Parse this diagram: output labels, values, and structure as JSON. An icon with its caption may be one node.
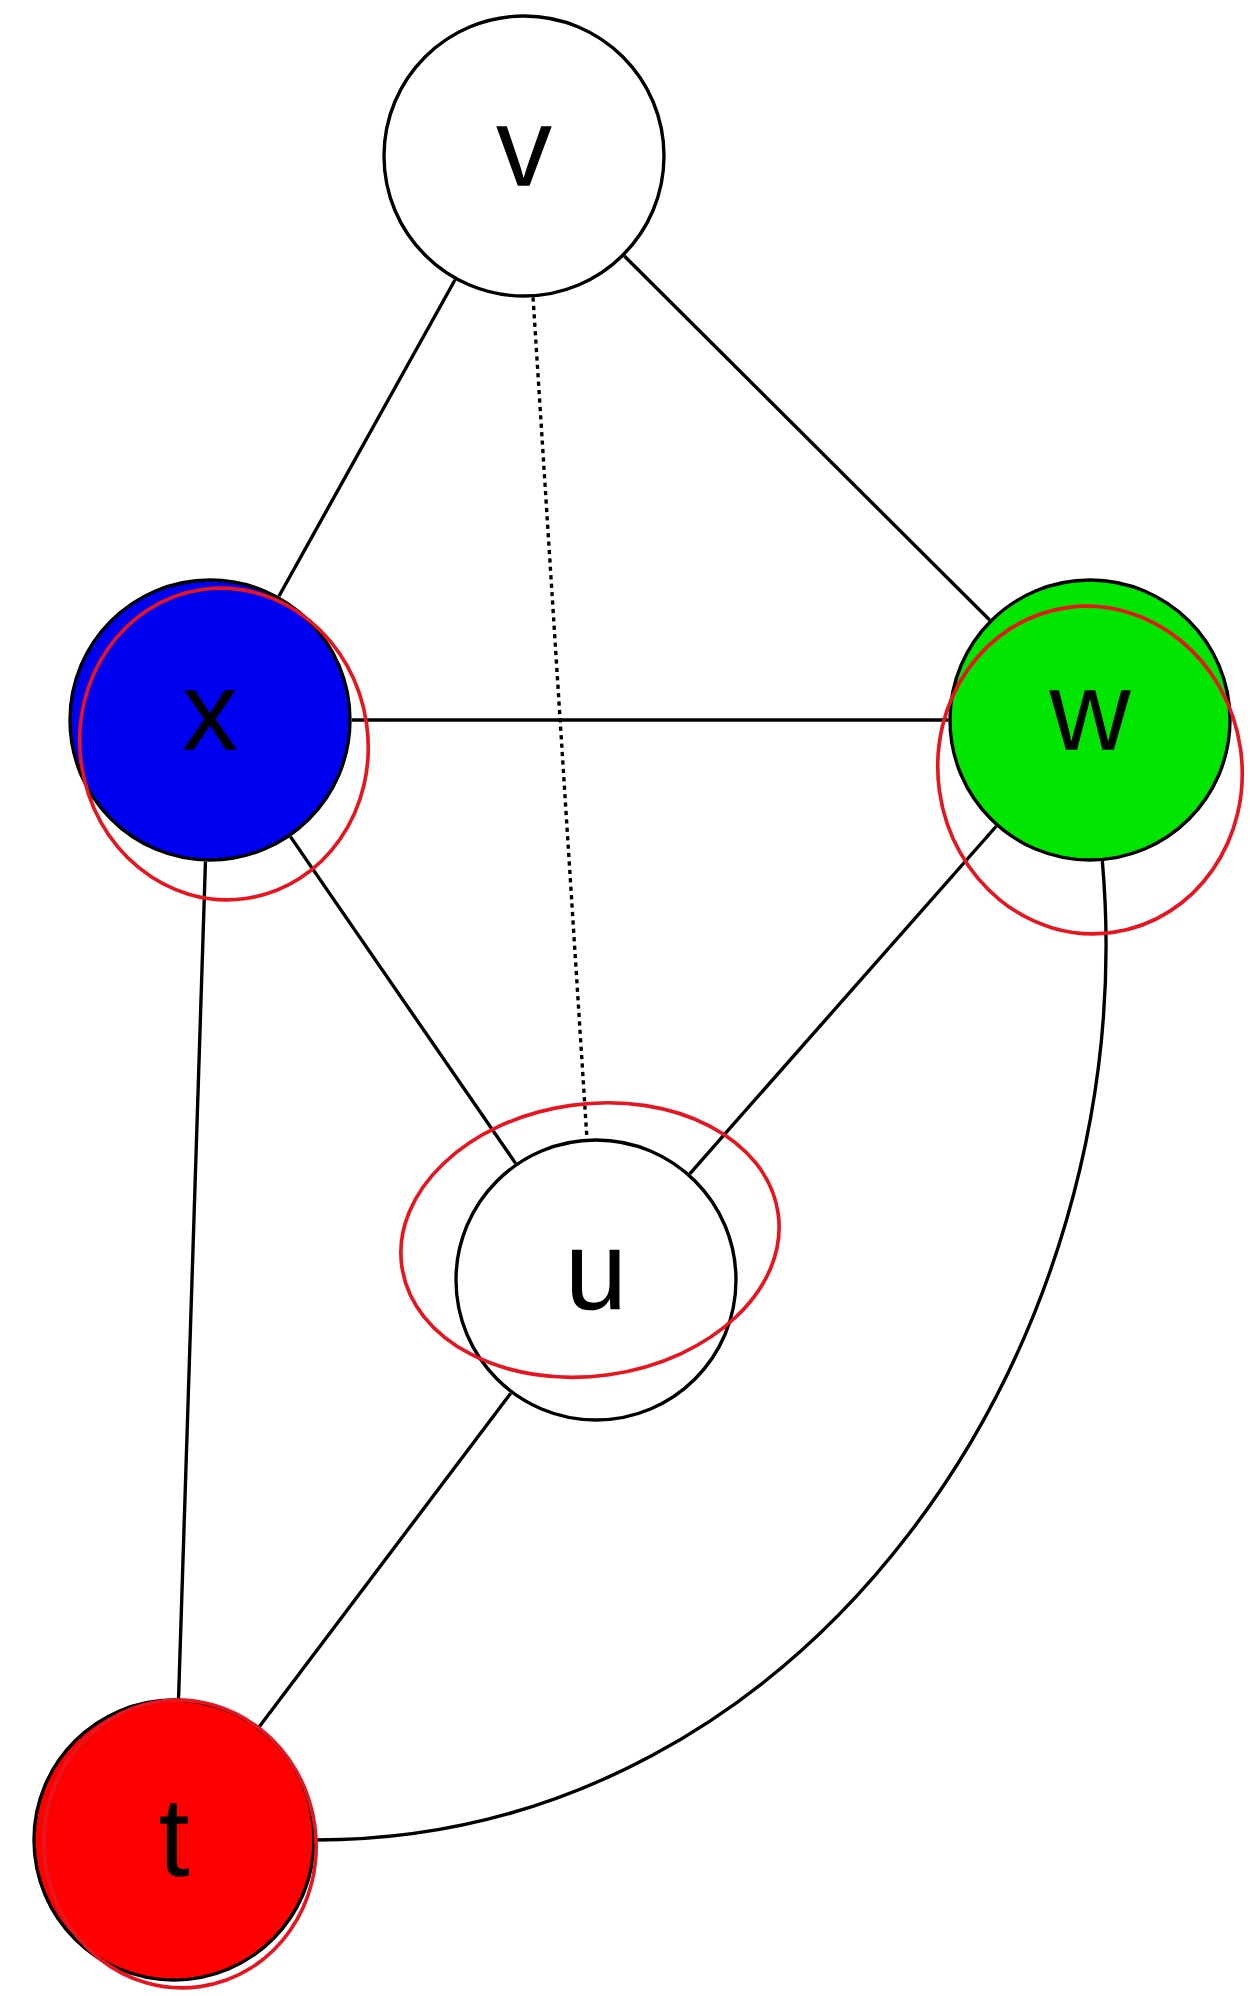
{
  "diagram": {
    "nodes": [
      {
        "text": [
          "v"
        ]
      },
      {
        "text": [
          "x"
        ]
      },
      {
        "text": [
          "w"
        ]
      },
      {
        "text": [
          "u"
        ]
      },
      {
        "text": [
          "t"
        ]
      }
    ],
    "edges": [
      {
        "from": 0,
        "to": 1,
        "arrow": "none"
      },
      {
        "from": 0,
        "to": 2,
        "arrow": "none"
      },
      {
        "from": 0,
        "to": 3,
        "arrow": "none",
        "style": "dashed"
      },
      {
        "from": 1,
        "to": 2,
        "arrow": "none"
      },
      {
        "from": 1,
        "to": 3,
        "arrow": "none"
      },
      {
        "from": 2,
        "to": 3,
        "arrow": "none"
      },
      {
        "from": 1,
        "to": 4,
        "arrow": "none"
      },
      {
        "from": 3,
        "to": 4,
        "arrow": "none"
      },
      {
        "from": 2,
        "to": 4,
        "arrow": "none"
      }
    ]
  }
}
